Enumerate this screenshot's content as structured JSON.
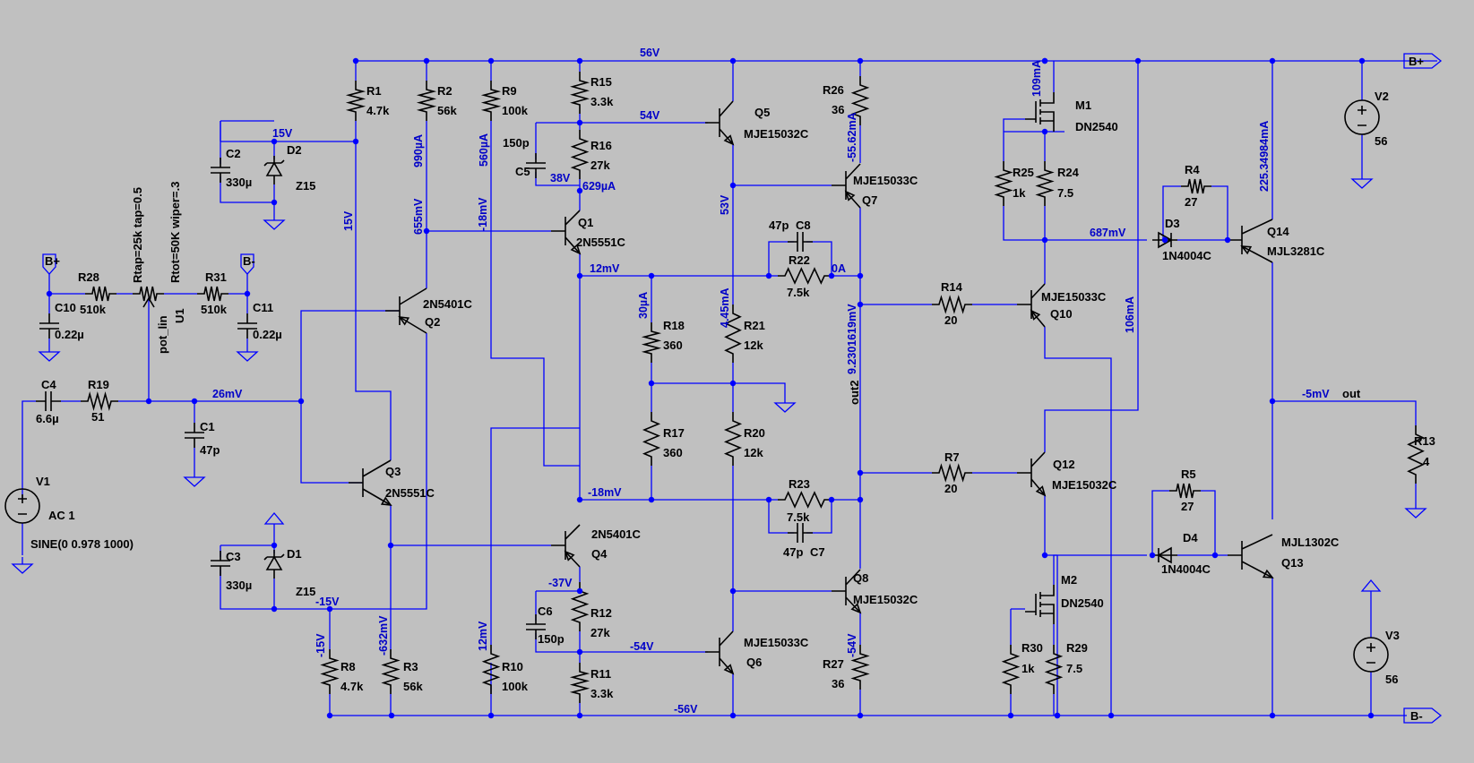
{
  "colors": {
    "background": "#c0c0c0",
    "wire": "#0000ff",
    "component": "#000000",
    "net_label": "#0000c8"
  },
  "labels": {
    "R1": "R1",
    "R1_val": "4.7k",
    "R2": "R2",
    "R2_val": "56k",
    "R9": "R9",
    "R9_val": "100k",
    "R15": "R15",
    "R15_val": "3.3k",
    "R16": "R16",
    "R16_val": "27k",
    "R26": "R26",
    "R26_val": "36",
    "R25": "R25",
    "R25_val": "1k",
    "R24": "R24",
    "R24_val": "7.5",
    "R4": "R4",
    "R4_val": "27",
    "R28": "R28",
    "R28_val": "510k",
    "R31": "R31",
    "R31_val": "510k",
    "R19": "R19",
    "R19_val": "51",
    "R22": "R22",
    "R22_val": "7.5k",
    "R18": "R18",
    "R18_val": "360",
    "R21": "R21",
    "R21_val": "12k",
    "R14": "R14",
    "R14_val": "20",
    "R17": "R17",
    "R17_val": "360",
    "R20": "R20",
    "R20_val": "12k",
    "R23": "R23",
    "R23_val": "7.5k",
    "R7": "R7",
    "R7_val": "20",
    "R5": "R5",
    "R5_val": "27",
    "R12": "R12",
    "R12_val": "27k",
    "R11": "R11",
    "R11_val": "3.3k",
    "R8": "R8",
    "R8_val": "4.7k",
    "R3": "R3",
    "R3_val": "56k",
    "R10": "R10",
    "R10_val": "100k",
    "R27": "R27",
    "R27_val": "36",
    "R30": "R30",
    "R30_val": "1k",
    "R29": "R29",
    "R29_val": "7.5",
    "R13": "R13",
    "R13_val": "4",
    "C2": "C2",
    "C2_val": "330µ",
    "C3": "C3",
    "C3_val": "330µ",
    "C5": "C5",
    "C5_val": "150p",
    "C6": "C6",
    "C6_val": "150p",
    "C8": "C8",
    "C8_val": "47p",
    "C7": "C7",
    "C7_val": "47p",
    "C10": "C10",
    "C10_val": "0.22µ",
    "C11": "C11",
    "C11_val": "0.22µ",
    "C4": "C4",
    "C4_val": "6.6µ",
    "C1": "C1",
    "C1_val": "47p",
    "D2": "D2",
    "D2_val": "Z15",
    "D1": "D1",
    "D1_val": "Z15",
    "D3": "D3",
    "D3_val": "1N4004C",
    "D4": "D4",
    "D4_val": "1N4004C",
    "Q1": "Q1",
    "Q1_val": "2N5551C",
    "Q2": "Q2",
    "Q2_val": "2N5401C",
    "Q3": "Q3",
    "Q3_val": "2N5551C",
    "Q4": "Q4",
    "Q4_val": "2N5401C",
    "Q5": "Q5",
    "Q5_val": "MJE15032C",
    "Q6": "Q6",
    "Q6_val": "MJE15033C",
    "Q7": "Q7",
    "Q7_val": "MJE15033C",
    "Q8": "Q8",
    "Q8_val": "MJE15032C",
    "Q10": "Q10",
    "Q10_val": "MJE15033C",
    "Q12": "Q12",
    "Q12_val": "MJE15032C",
    "Q13": "Q13",
    "Q13_val": "MJL1302C",
    "Q14": "Q14",
    "Q14_val": "MJL3281C",
    "M1": "M1",
    "M1_val": "DN2540",
    "M2": "M2",
    "M2_val": "DN2540",
    "V1": "V1",
    "V1_val": "AC 1",
    "V1_spec": "SINE(0 0.978 1000)",
    "V2": "V2",
    "V2_val": "56",
    "V3": "V3",
    "V3_val": "56",
    "U1": "U1",
    "U1_model": "pot_lin",
    "U1_p1": "Rtot=50K wiper=.3",
    "U1_p2": "Rtap=25k tap=0.5",
    "Bplus": "B+",
    "Bminus": "B-",
    "out": "out",
    "out2": "out2"
  },
  "net_labels": {
    "n56V": "56V",
    "n54V": "54V",
    "n38V": "38V",
    "n629uA": "629µA",
    "n15V_top": "15V",
    "n990uA": "990µA",
    "n655mV": "655mV",
    "n560uA": "560µA",
    "n18mV_a": "-18mV",
    "n15V_v": "15V",
    "n12mV": "12mV",
    "n30uA": "30µA",
    "n0A": "0A",
    "n53V": "53V",
    "n445mA": "4.45mA",
    "n5562mA": "-55.62mA",
    "n9230": "9.2301619mV",
    "n26mV": "26mV",
    "n18mV_b": "-18mV",
    "n37V": "-37V",
    "n54Vn": "-54V",
    "n56Vn": "-56V",
    "n15Vn": "-15V",
    "n15Vn_v": "-15V",
    "n632mV": "-632mV",
    "n12mV_v": "12mV",
    "n54Vn_v": "-54V",
    "n109mA": "109mA",
    "n687mV": "687mV",
    "n106mA": "106mA",
    "n225": "225.34984mA",
    "n5mV": "-5mV"
  }
}
